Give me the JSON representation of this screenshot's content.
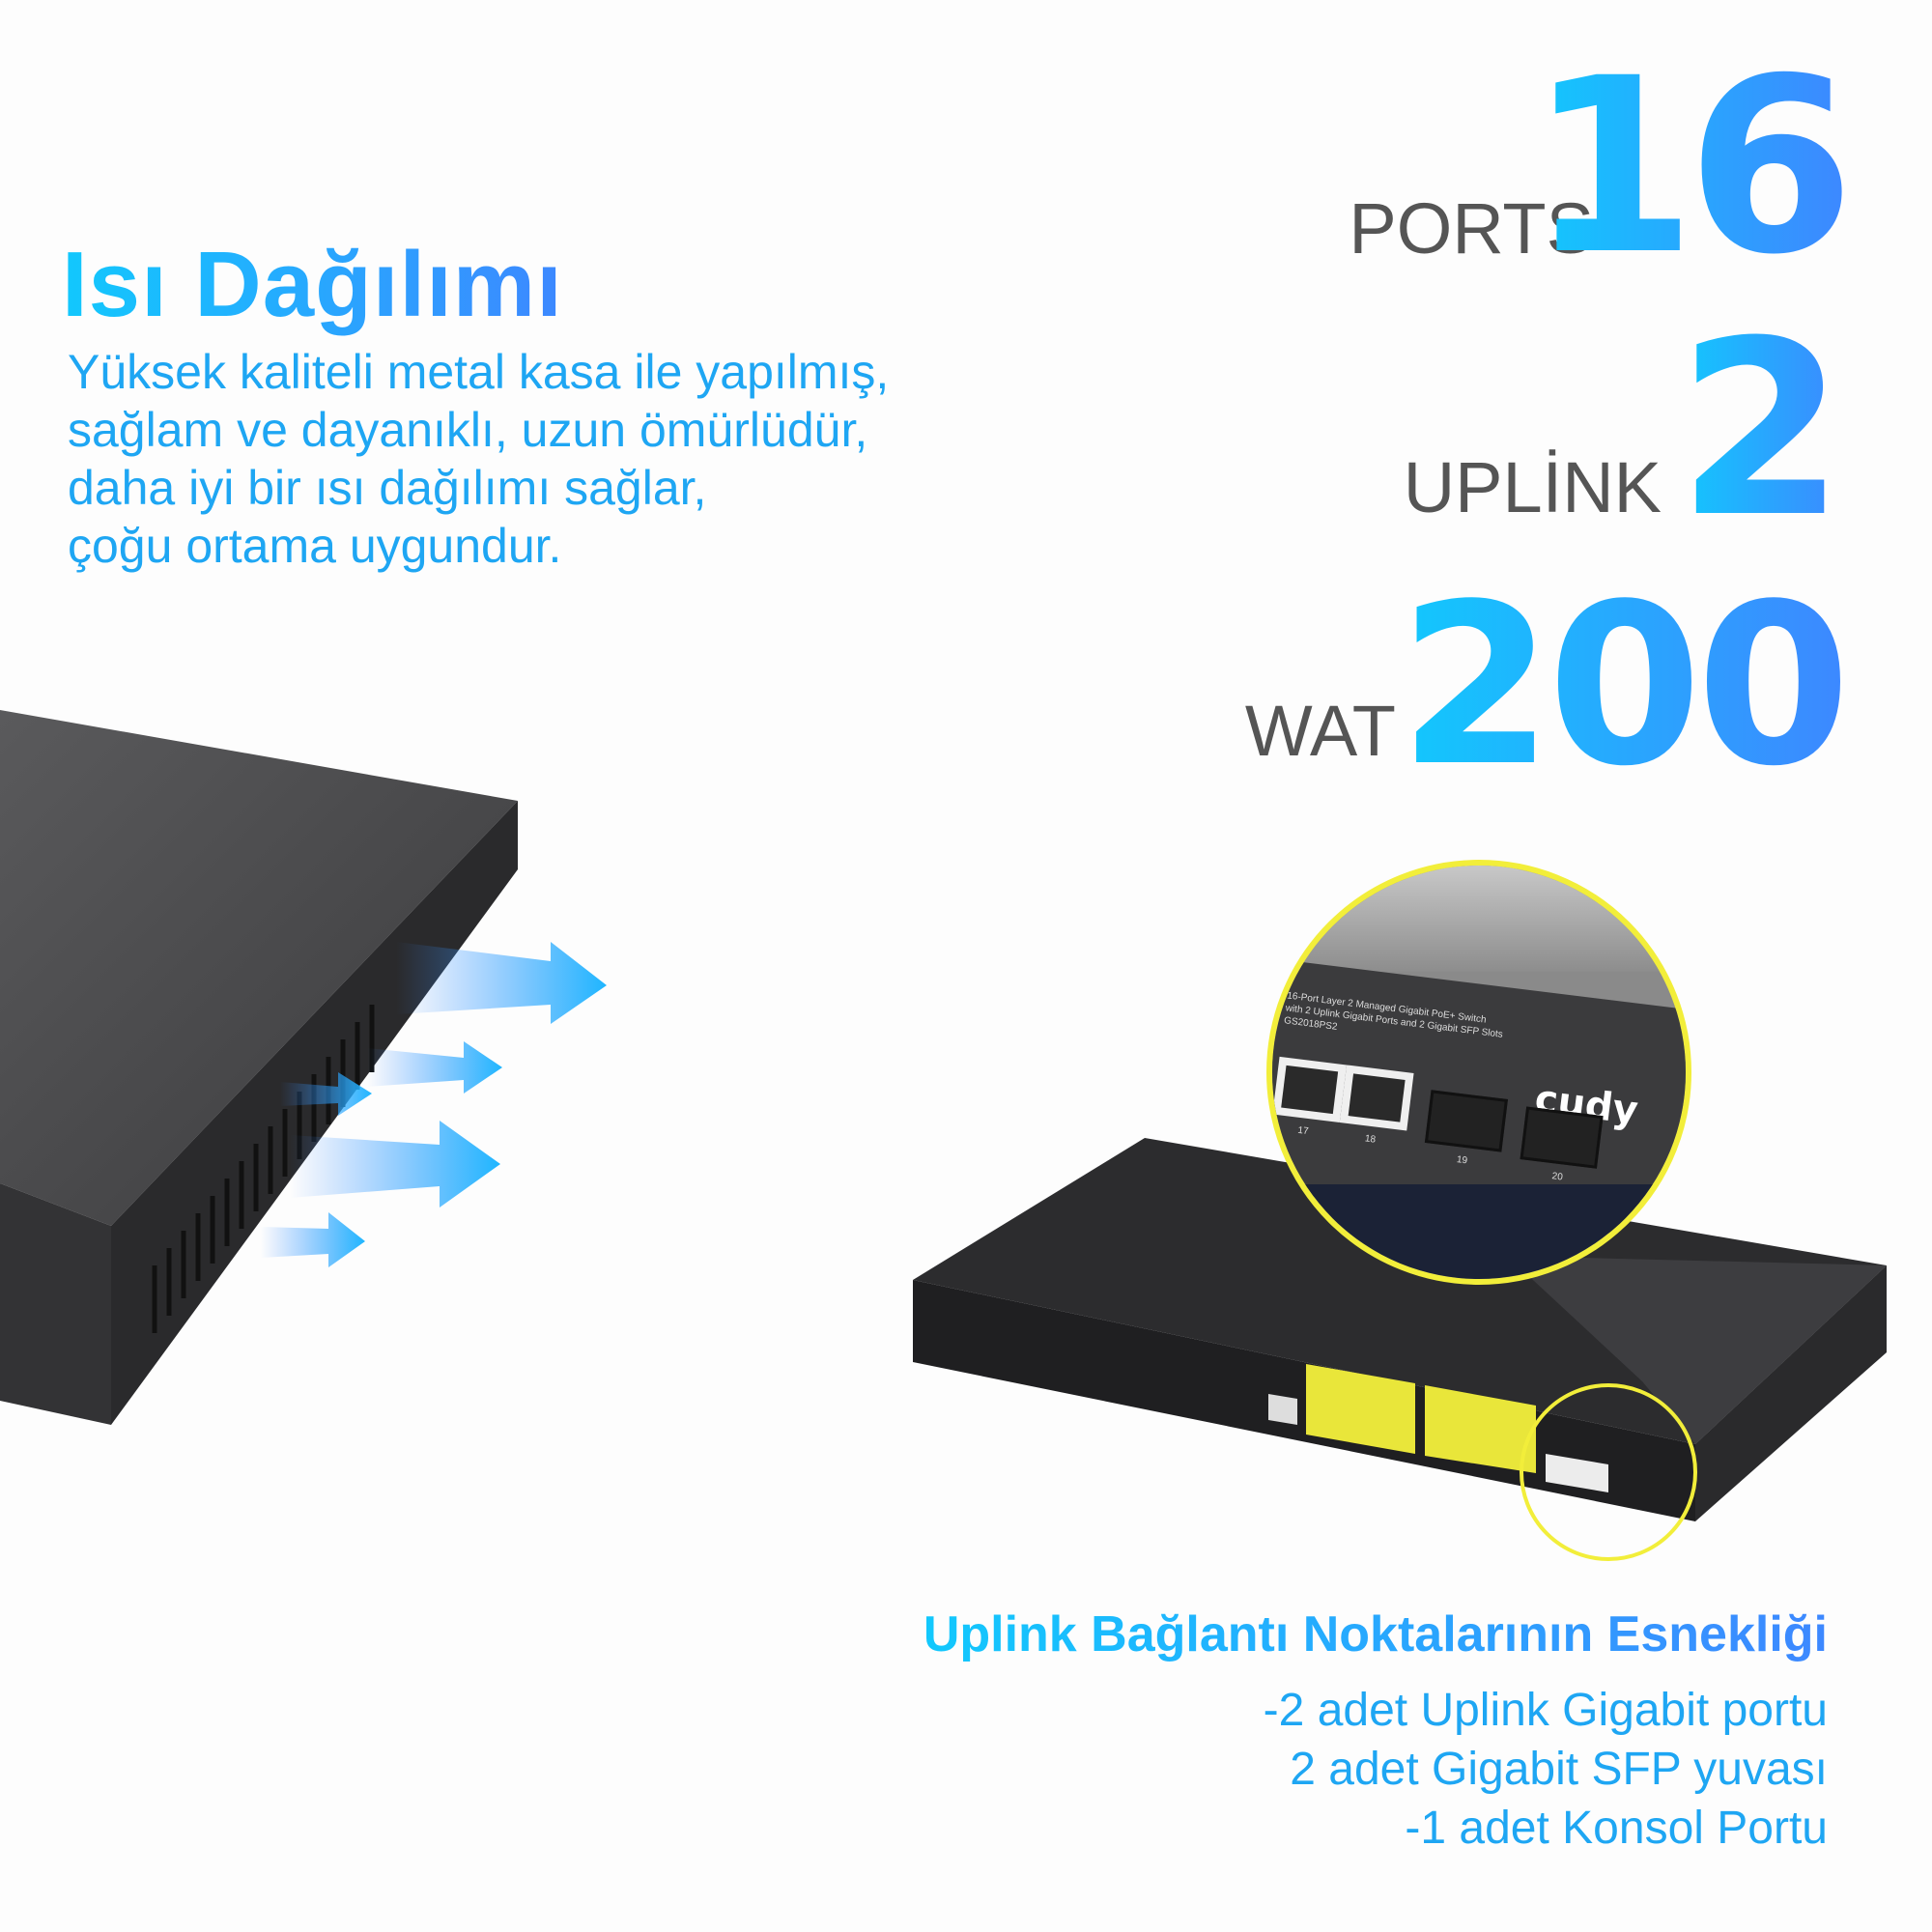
{
  "heat": {
    "title": "Isı Dağılımı",
    "lines": [
      "Yüksek kaliteli metal kasa ile yapılmış,",
      "sağlam ve dayanıklı, uzun ömürlüdür,",
      "daha iyi bir ısı dağılımı sağlar,",
      "çoğu ortama uygundur."
    ]
  },
  "specs": [
    {
      "value": "16",
      "label": "PORTS"
    },
    {
      "value": "2",
      "label": "UPLİNK"
    },
    {
      "value": "200",
      "label": "WAT"
    }
  ],
  "device": {
    "brand": "cudy",
    "panel_lines": [
      "16-Port Layer 2 Managed Gigabit PoE+ Switch",
      "with 2 Uplink Gigabit Ports and 2 Gigabit SFP Slots",
      "GS2018PS2"
    ],
    "ports": [
      "17",
      "18",
      "19",
      "20"
    ]
  },
  "uplink": {
    "title": "Uplink Bağlantı Noktalarının Esnekliği",
    "lines": [
      "-2 adet Uplink Gigabit portu",
      "2 adet Gigabit SFP yuvası",
      "-1 adet Konsol Portu"
    ]
  },
  "colors": {
    "grad_start": "#12c8fd",
    "grad_end": "#3d88ff",
    "highlight": "#f2ee3a"
  }
}
